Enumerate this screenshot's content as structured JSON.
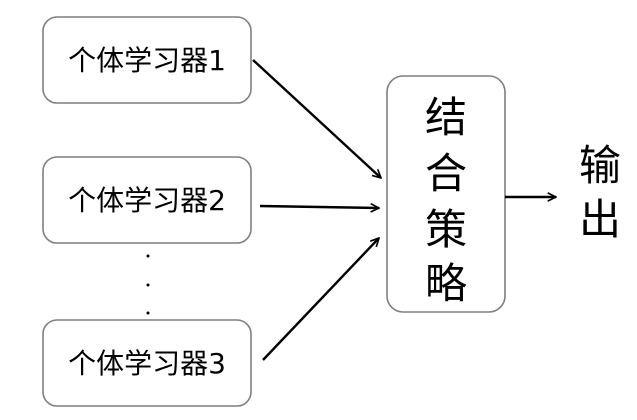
{
  "learners": [
    {
      "id": "learner-1",
      "label": "个体学习器1"
    },
    {
      "id": "learner-2",
      "label": "个体学习器2"
    },
    {
      "id": "learner-3",
      "label": "个体学习器3"
    }
  ],
  "ellipsis": ".\n.\n.",
  "combiner": {
    "label_chars": [
      "结",
      "合",
      "策",
      "略"
    ]
  },
  "output": {
    "label_chars": [
      "输",
      "出"
    ]
  },
  "edges": [
    {
      "from": "learner-1",
      "to": "combiner"
    },
    {
      "from": "learner-2",
      "to": "combiner"
    },
    {
      "from": "learner-3",
      "to": "combiner"
    },
    {
      "from": "combiner",
      "to": "output"
    }
  ],
  "colors": {
    "box_border": "#7f7f7f",
    "arrow": "#000000",
    "text": "#000000"
  }
}
